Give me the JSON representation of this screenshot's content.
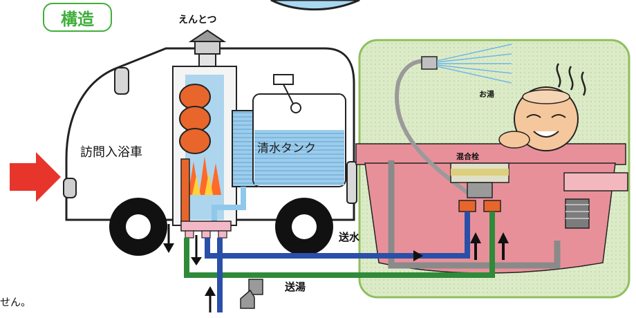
{
  "header": {
    "badge_label": "構造"
  },
  "labels": {
    "chimney": "えんとつ",
    "van": "訪問入浴車",
    "tank": "清水タンク",
    "hot_water": "お湯",
    "mixing_valve": "混合栓",
    "water_supply": "送水",
    "hot_water_supply": "送湯"
  },
  "footer": {
    "text": "せん。"
  },
  "colors": {
    "accent_green": "#3fae3a",
    "arrow_red": "#e8352b",
    "hot_orange": "#e8662c",
    "pipe_blue": "#2a4fa8",
    "pipe_green": "#2f8a3a",
    "tank_blue": "#8fc8ea",
    "tub_pink": "#e8909a",
    "bath_area_green": "#d9ecc3"
  },
  "icons": [
    "flow-arrow-icon",
    "shower-head-icon",
    "steam-icon",
    "faucet-icon",
    "burner-flame-icon"
  ]
}
